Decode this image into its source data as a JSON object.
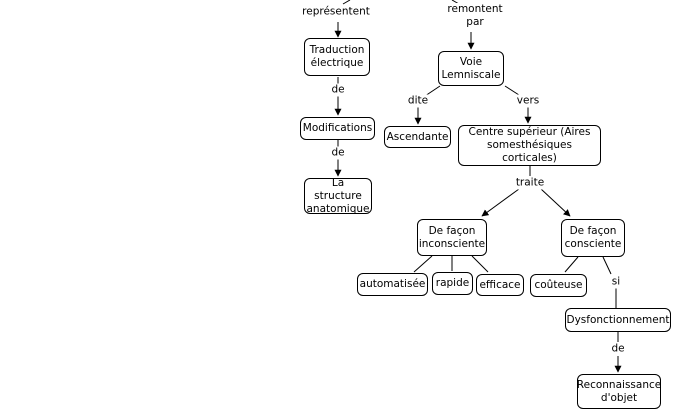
{
  "labels": {
    "representent": "représentent",
    "remontent_par": "remontent\npar",
    "de1": "de",
    "de2": "de",
    "dite": "dite",
    "vers": "vers",
    "traite": "traite",
    "si": "si",
    "de3": "de"
  },
  "nodes": {
    "traduction": "Traduction\nélectrique",
    "modifications": "Modifications",
    "structure": "La structure\nanatomique",
    "voie": "Voie\nLemniscale",
    "ascendante": "Ascendante",
    "centre": "Centre supérieur (Aires\nsomesthésiques corticales)",
    "inconsciente": "De façon\ninconsciente",
    "consciente": "De façon\nconsciente",
    "automatisee": "automatisée",
    "rapide": "rapide",
    "efficace": "efficace",
    "couteuse": "coûteuse",
    "dysfonctionnement": "Dysfonctionnement",
    "reconnaissance": "Reconnaissance\nd'objet"
  }
}
